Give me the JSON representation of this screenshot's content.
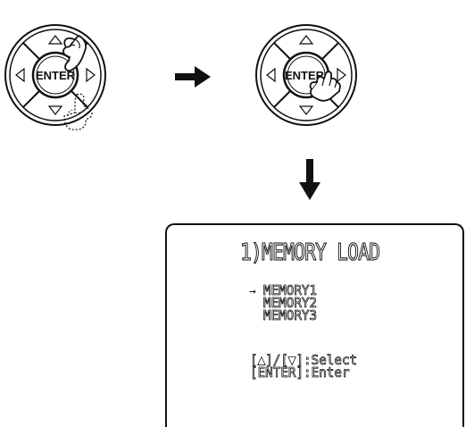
{
  "remote_left": {
    "center_label": "ENTER",
    "pressed": [
      "up",
      "down"
    ]
  },
  "remote_right": {
    "center_label": "ENTER",
    "pressed": [
      "enter"
    ]
  },
  "osd": {
    "title": "1)MEMORY LOAD",
    "cursor": "→",
    "items": [
      "MEMORY1",
      "MEMORY2",
      "MEMORY3"
    ],
    "help": [
      "[▲]/[▼]:Select",
      "[ENTER]:Enter"
    ]
  },
  "colors": {
    "line": "#111111",
    "fill": "#ffffff"
  }
}
